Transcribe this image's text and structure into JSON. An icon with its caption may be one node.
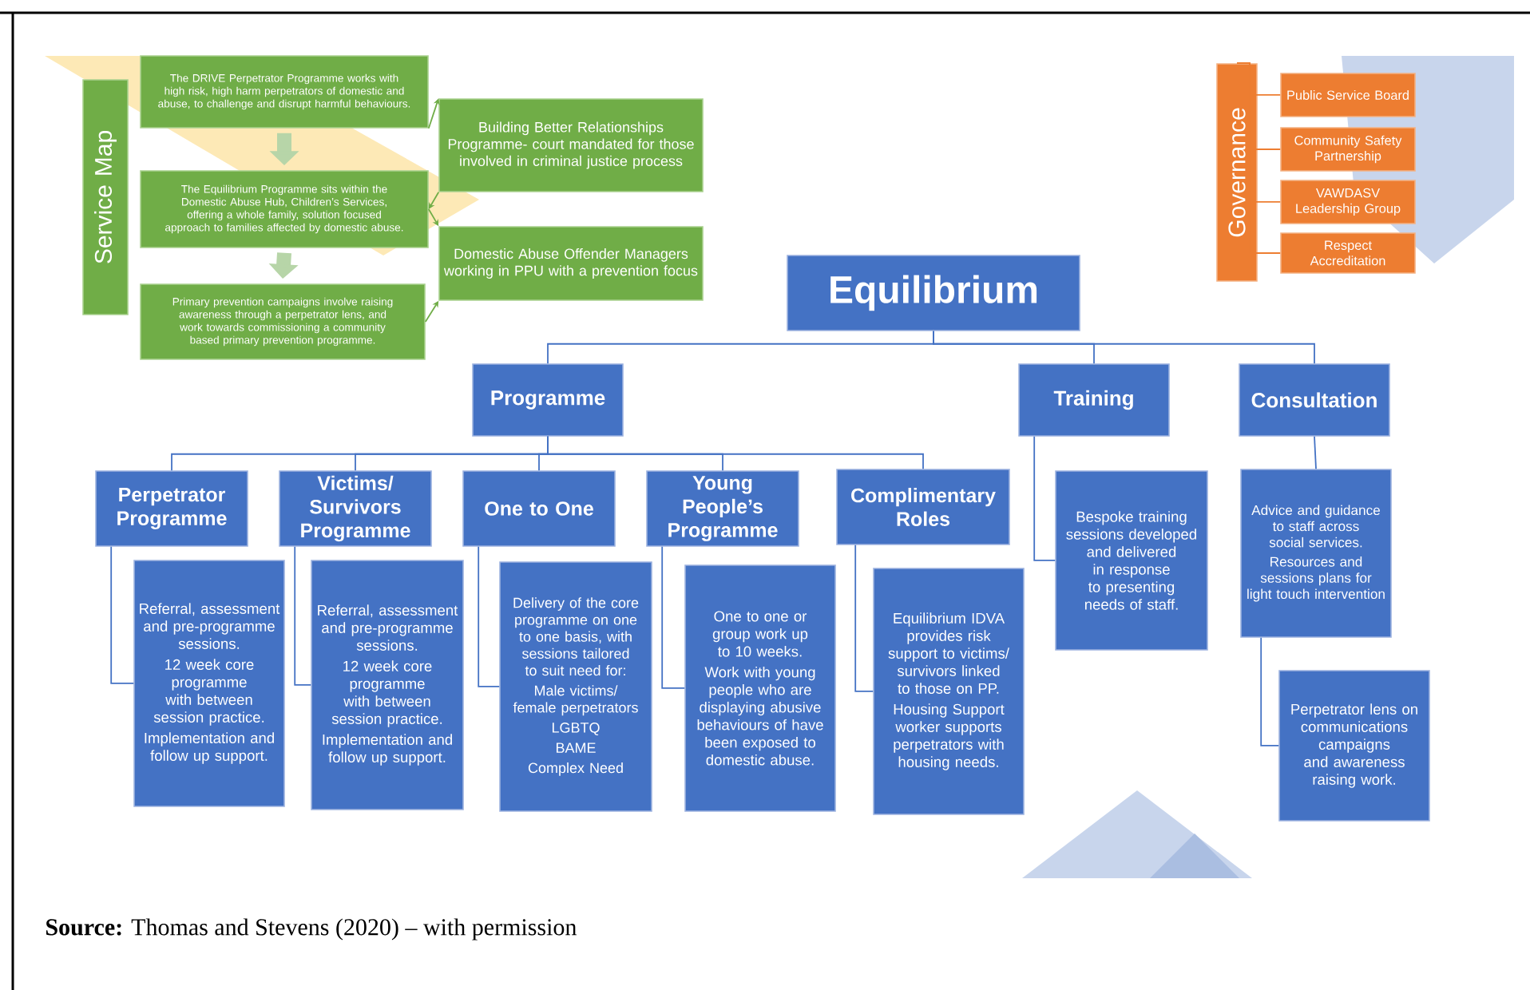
{
  "diagram": {
    "caption": "**Source:** Thomas and Stevens (2020) – with permission",
    "nodes": [
      {
        "text": [
          "Service Map"
        ]
      },
      {
        "text": [
          "The DRIVE Perpetrator Programme works with high risk, high harm perpetrators of domestic and abuse, to challenge and disrupt harmful behaviours."
        ]
      },
      {
        "text": [
          "The Equilibrium Programme sits within the Domestic Abuse Hub, Children’s Services, offering a whole family, solution focused approach to families affected by domestic abuse."
        ]
      },
      {
        "text": [
          "Primary prevention campaigns involve raising awareness through a perpetrator lens, and work towards commissioning a community based primary prevention programme."
        ]
      },
      {
        "text": [
          "Building Better Relationships Programme- court mandated for those involved in criminal justice process"
        ]
      },
      {
        "text": [
          "Domestic Abuse Offender Managers working in PPU with a prevention focus"
        ]
      },
      {
        "text": [
          "Governance"
        ]
      },
      {
        "text": [
          "Public Service Board"
        ]
      },
      {
        "text": [
          "Community Safety Partnership"
        ]
      },
      {
        "text": [
          "VAWDASV Leadership Group"
        ]
      },
      {
        "text": [
          "Respect Accreditation"
        ]
      },
      {
        "text": [
          "Equilibrium"
        ]
      },
      {
        "text": [
          "Programme"
        ]
      },
      {
        "text": [
          "Training"
        ]
      },
      {
        "text": [
          "Consultation"
        ]
      },
      {
        "text": [
          "Perpetrator Programme"
        ]
      },
      {
        "text": [
          "Victims/ Survivors Programme"
        ]
      },
      {
        "text": [
          "One to One"
        ]
      },
      {
        "text": [
          "Young People’s Programme"
        ]
      },
      {
        "text": [
          "Complimentary Roles"
        ]
      },
      {
        "text": [
          "Referral, assessment and pre-programme sessions.",
          "12 week core programme with between session practice.",
          "Implementation and follow up support."
        ]
      },
      {
        "text": [
          "Referral, assessment and pre-programme sessions.",
          "12 week core programme with between session practice.",
          "Implementation and follow up support."
        ]
      },
      {
        "text": [
          "Delivery of the core programme on one to one basis, with sessions tailored to suit need for:",
          "Male victims/ female perpetrators",
          "LGBTQ",
          "BAME",
          "Complex Need"
        ]
      },
      {
        "text": [
          "One to one or group work up to 10 weeks.",
          "Work with young people who are displaying abusive behaviours of have been exposed to domestic abuse."
        ]
      },
      {
        "text": [
          "Equilibrium IDVA provides risk support to victims/ survivors linked to those on PP.",
          "Housing Support worker supports perpetrators with housing needs."
        ]
      },
      {
        "text": [
          "Bespoke training sessions developed and delivered in response to presenting needs of staff."
        ]
      },
      {
        "text": [
          "Advice and guidance to staff across social services.",
          "Resources and sessions plans for light touch intervention"
        ]
      },
      {
        "text": [
          "Perpetrator lens on communications campaigns and awareness raising work."
        ]
      }
    ],
    "edges": [
      {
        "from": 1,
        "to": 2,
        "arrow": "to",
        "style": "thick",
        "color": "#b7d5a8"
      },
      {
        "from": 2,
        "to": 3,
        "arrow": "to",
        "style": "thick",
        "color": "#b7d5a8"
      },
      {
        "from": 1,
        "to": 4,
        "arrow": "to",
        "color": "#70ad47"
      },
      {
        "from": 4,
        "to": 2,
        "arrow": "to",
        "color": "#70ad47"
      },
      {
        "from": 2,
        "to": 5,
        "arrow": "to",
        "color": "#70ad47"
      },
      {
        "from": 3,
        "to": 5,
        "arrow": "to",
        "color": "#70ad47"
      },
      {
        "from": 6,
        "to": 7,
        "arrow": "none",
        "color": "#ed7d31"
      },
      {
        "from": 6,
        "to": 8,
        "arrow": "none",
        "color": "#ed7d31"
      },
      {
        "from": 6,
        "to": 9,
        "arrow": "none",
        "color": "#ed7d31"
      },
      {
        "from": 6,
        "to": 10,
        "arrow": "none",
        "color": "#ed7d31"
      },
      {
        "from": 11,
        "to": 12,
        "arrow": "none"
      },
      {
        "from": 11,
        "to": 13,
        "arrow": "none"
      },
      {
        "from": 11,
        "to": 14,
        "arrow": "none"
      },
      {
        "from": 12,
        "to": 15,
        "arrow": "none"
      },
      {
        "from": 12,
        "to": 16,
        "arrow": "none"
      },
      {
        "from": 12,
        "to": 17,
        "arrow": "none"
      },
      {
        "from": 12,
        "to": 18,
        "arrow": "none"
      },
      {
        "from": 12,
        "to": 19,
        "arrow": "none"
      },
      {
        "from": 15,
        "to": 20,
        "arrow": "none"
      },
      {
        "from": 16,
        "to": 21,
        "arrow": "none"
      },
      {
        "from": 17,
        "to": 22,
        "arrow": "none"
      },
      {
        "from": 18,
        "to": 23,
        "arrow": "none"
      },
      {
        "from": 19,
        "to": 24,
        "arrow": "none"
      },
      {
        "from": 13,
        "to": 25,
        "arrow": "none"
      },
      {
        "from": 14,
        "to": 26,
        "arrow": "none"
      },
      {
        "from": 26,
        "to": 27,
        "arrow": "none"
      }
    ]
  }
}
